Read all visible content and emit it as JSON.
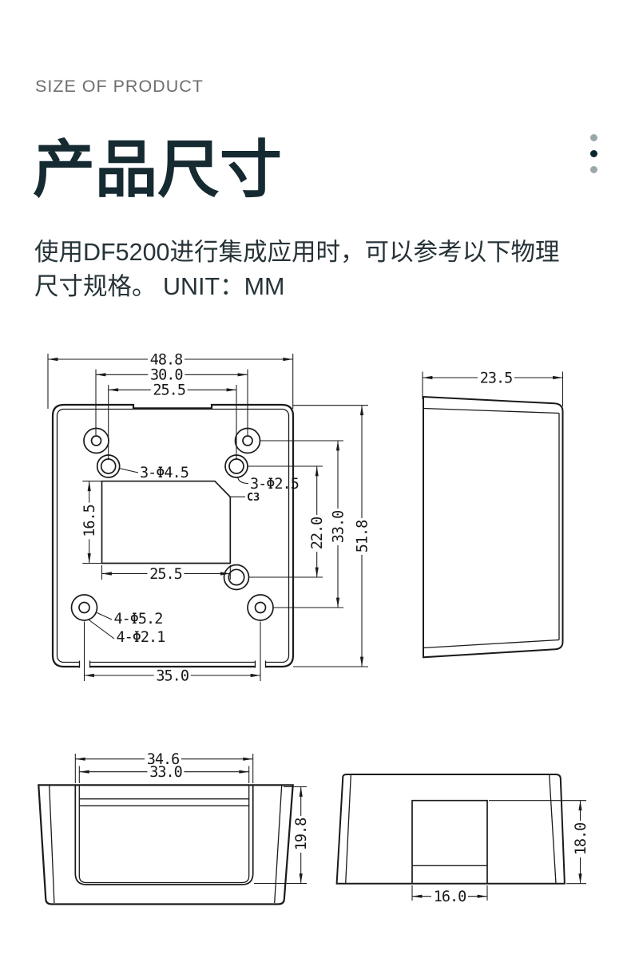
{
  "header": {
    "eyebrow": "SIZE OF PRODUCT",
    "title": "产品尺寸",
    "title_color": "#152a31",
    "eyebrow_color": "#6e6e6e"
  },
  "decor": {
    "dot_light_color": "#9aa8a9",
    "dot_dark_color": "#0d252d"
  },
  "intro": {
    "line1": "使用DF5200进行集成应用时，可以参考以下物理",
    "line2": "尺寸规格。 UNIT：MM"
  },
  "drawing": {
    "line_color": "#1a1a1a",
    "front_view": {
      "dims": {
        "overall_width": "48.8",
        "mount_span_outer": "30.0",
        "mount_span_inner": "25.5",
        "window_height": "16.5",
        "window_width": "25.5",
        "span_mid": "22.0",
        "span_outer": "33.0",
        "overall_height": "51.8",
        "bottom_span": "35.0"
      },
      "labels": {
        "holes_3_45": "3-Φ4.5",
        "holes_3_25": "3-Φ2.5",
        "chamfer": "C3",
        "holes_4_52": "4-Φ5.2",
        "holes_4_21": "4-Φ2.1"
      }
    },
    "side_view": {
      "dims": {
        "depth": "23.5"
      }
    },
    "bottom_view": {
      "dims": {
        "width_outer": "34.6",
        "width_inner": "33.0",
        "height": "19.8"
      }
    },
    "back_view": {
      "dims": {
        "connector_width": "16.0",
        "height": "18.0"
      }
    }
  }
}
